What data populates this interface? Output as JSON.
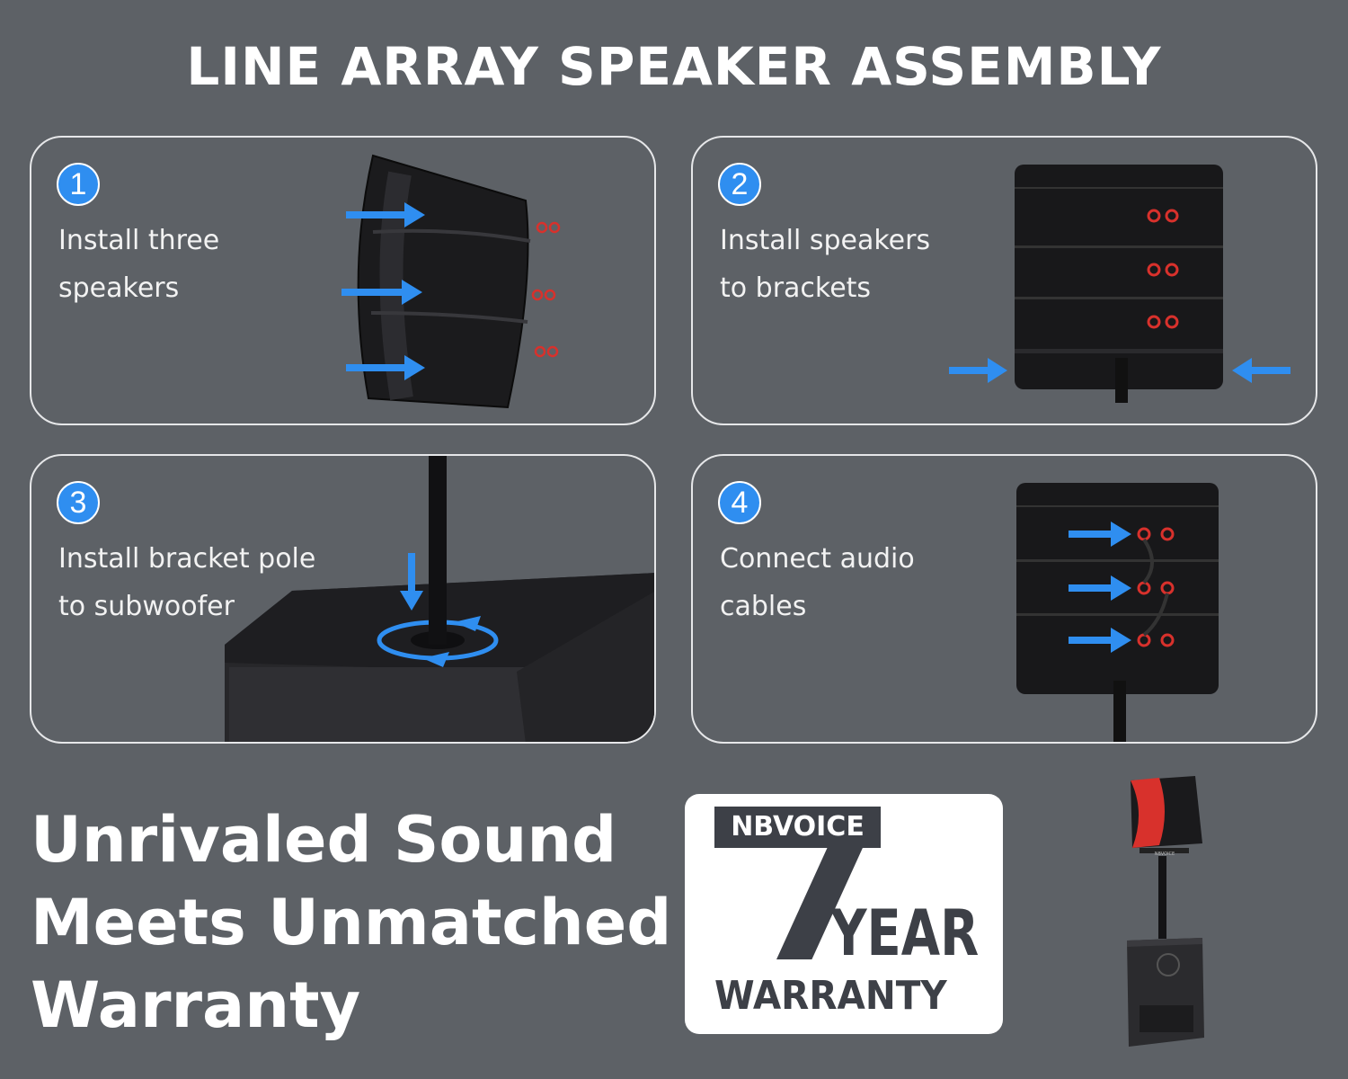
{
  "title": "LINE ARRAY SPEAKER ASSEMBLY",
  "steps": [
    {
      "number": "1",
      "line1": "Install three",
      "line2": "speakers"
    },
    {
      "number": "2",
      "line1": "Install speakers",
      "line2": "to brackets"
    },
    {
      "number": "3",
      "line1": "Install bracket pole",
      "line2": "to subwoofer"
    },
    {
      "number": "4",
      "line1": "Connect audio",
      "line2": "cables"
    }
  ],
  "slogan": {
    "line1": "Unrivaled Sound",
    "line2": "Meets Unmatched",
    "line3": "Warranty"
  },
  "warranty": {
    "brand": "NBVOICE",
    "number": "7",
    "year": "YEAR",
    "word": "WARRANTY"
  },
  "product": {
    "logo_text": "NBVOICE"
  },
  "colors": {
    "background": "#5d6166",
    "accent_blue": "#2f8ef0",
    "badge_dark": "#3d4047",
    "speaker_red": "#d8312c"
  }
}
